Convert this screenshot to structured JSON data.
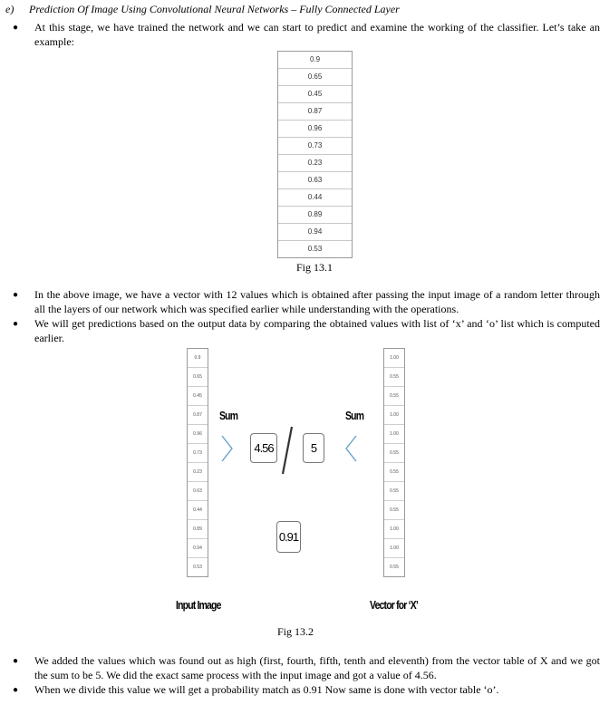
{
  "heading": {
    "number": "e)",
    "title": "Prediction Of Image Using Convolutional Neural Networks – Fully Connected Layer"
  },
  "paragraphs": [
    "At this stage, we have trained the network and we can start to predict and examine the working of the classifier. Let’s take an example:",
    "In the above image, we have a vector with 12 values which is obtained after passing the input image of a random letter through all the layers of our network which was specified earlier while understanding with the operations.",
    "We will get predictions based on the output data by comparing the obtained values with list of ‘x’ and ‘o’ list which is computed earlier.",
    "We added the values which was found out as high (first, fourth, fifth, tenth and eleventh) from the vector table of X and we got the sum to be 5. We did the exact same process with the input image and got a value of 4.56.",
    "When we divide this value we will get a probability match as 0.91 Now same is done with vector table ‘o’."
  ],
  "fig1": {
    "values": [
      "0.9",
      "0.65",
      "0.45",
      "0.87",
      "0.96",
      "0.73",
      "0.23",
      "0.63",
      "0.44",
      "0.89",
      "0.94",
      "0.53"
    ],
    "caption": "Fig 13.1"
  },
  "fig2": {
    "input_values": [
      "0.9",
      "0.65",
      "0.45",
      "0.87",
      "0.96",
      "0.73",
      "0.23",
      "0.63",
      "0.44",
      "0.89",
      "0.94",
      "0.53"
    ],
    "x_values": [
      "1.00",
      "0.55",
      "0.55",
      "1.00",
      "1.00",
      "0.55",
      "0.55",
      "0.55",
      "0.55",
      "1.00",
      "1.00",
      "0.55"
    ],
    "sum_left": "Sum",
    "sum_right": "Sum",
    "numerator": "4.56",
    "denominator": "5",
    "result": "0.91",
    "label_input": "Input Image",
    "label_vector": "Vector for ‘X’",
    "caption": "Fig 13.2"
  }
}
